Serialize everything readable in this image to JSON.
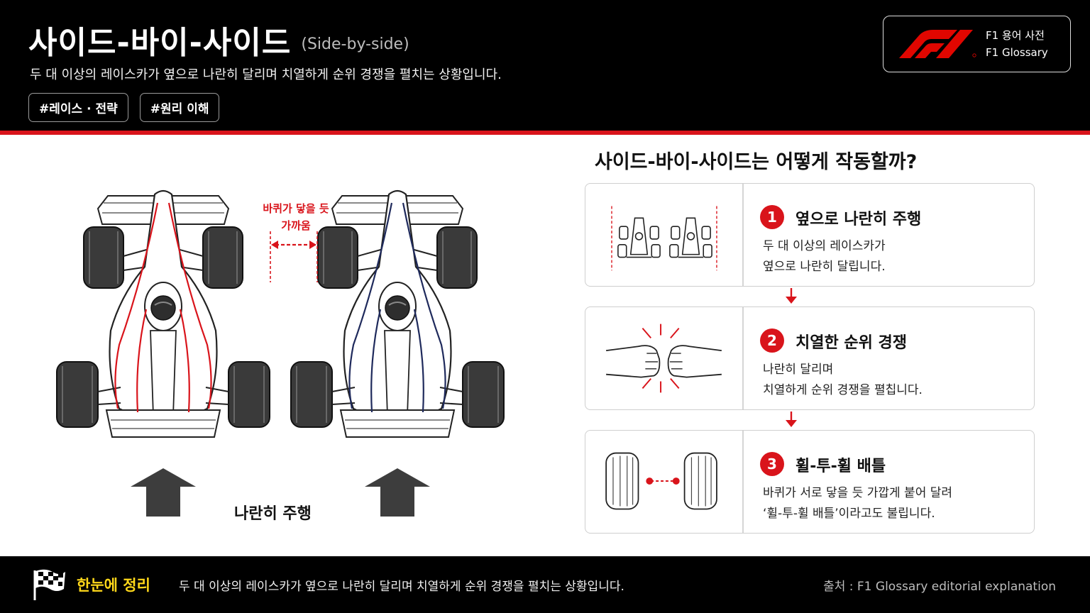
{
  "header": {
    "title": "사이드-바이-사이드",
    "title_en": "(Side-by-side)",
    "subtitle": "두 대 이상의 레이스카가 옆으로 나란히 달리며 치열하게 순위 경쟁을 펼치는 상황입니다.",
    "tags": [
      "#레이스 · 전략",
      "#원리 이해"
    ],
    "logo": {
      "name": "F1",
      "line1": "F1 용어 사전",
      "line2": "F1 Glossary"
    }
  },
  "illustration": {
    "gap_label_line1": "바퀴가 닿을 듯",
    "gap_label_line2": "가까움",
    "caption": "나란히 주행",
    "icons": [
      "red-car",
      "blue-car",
      "arrow-up-icon",
      "double-arrow-icon"
    ]
  },
  "section": {
    "title": "사이드-바이-사이드는 어떻게 작동할까?",
    "steps": [
      {
        "num": "1",
        "title": "옆으로 나란히 주행",
        "line1": "두 대 이상의 레이스카가",
        "line2": "옆으로 나란히 달립니다.",
        "icon": "two-cars-icon"
      },
      {
        "num": "2",
        "title": "치열한 순위 경쟁",
        "line1": "나란히 달리며",
        "line2": "치열하게 순위 경쟁을 펼칩니다.",
        "icon": "fist-bump-icon"
      },
      {
        "num": "3",
        "title": "휠-투-휠 배틀",
        "line1": "바퀴가 서로 닿을 듯 가깝게 붙어 달려",
        "line2": "‘휠-투-휠 배틀’이라고도 불립니다.",
        "icon": "wheels-icon"
      }
    ]
  },
  "footer": {
    "summary_label": "한눈에 정리",
    "summary": "두 대 이상의 레이스카가 옆으로 나란히 달리며 치열하게 순위 경쟁을 펼치는 상황입니다.",
    "source": "출처 : F1 Glossary editorial explanation"
  },
  "colors": {
    "accent": "#d9141b",
    "background_header": "#000000",
    "highlight": "#ffd81a",
    "blue_car": "#1f2a5c"
  }
}
